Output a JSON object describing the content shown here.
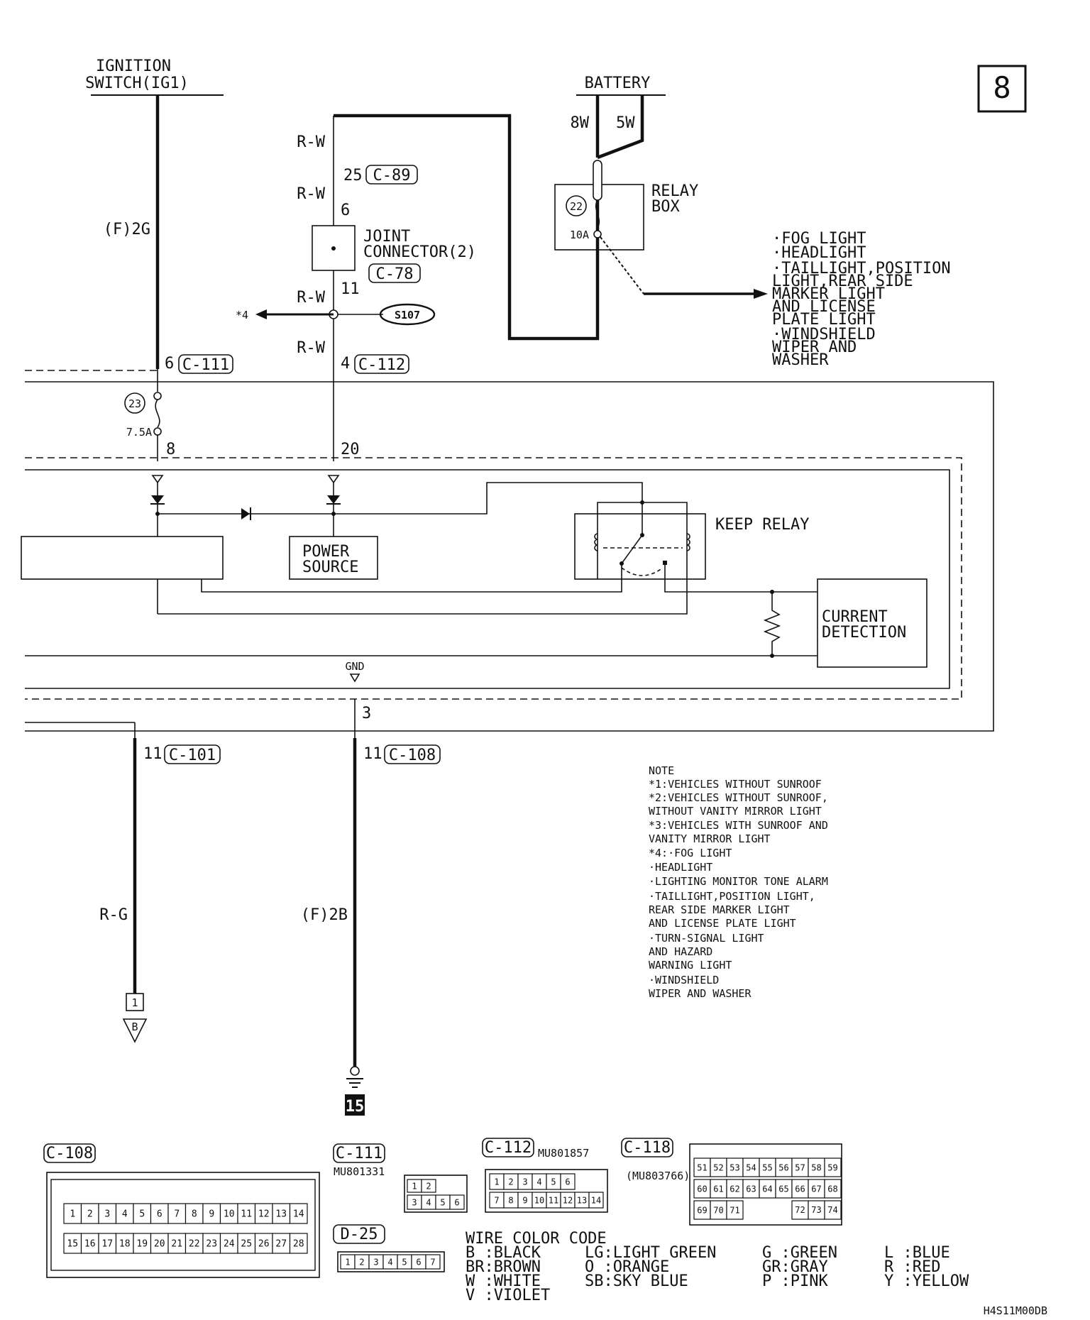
{
  "page_number": "8",
  "sources": {
    "ignition": [
      "IGNITION",
      "SWITCH(IG1)"
    ],
    "battery": "BATTERY",
    "battery_wires": [
      "8W",
      "5W"
    ]
  },
  "wires": {
    "ig_wire": "(F)2G",
    "rw": "R-W",
    "rg": "R-G",
    "gnd_wire": "(F)2B"
  },
  "pins": {
    "p25": "25",
    "p6": "6",
    "p11": "11",
    "p4": "4",
    "p6b": "6",
    "p8": "8",
    "p20": "20",
    "p3": "3",
    "p11a": "11",
    "p11b": "11"
  },
  "connectors": {
    "c89": "C-89",
    "c78": "C-78",
    "c111": "C-111",
    "c112": "C-112",
    "c101": "C-101",
    "c108": "C-108",
    "s107": "S107"
  },
  "joint_connector": [
    "JOINT",
    "CONNECTOR(2)"
  ],
  "relay_box": {
    "label": [
      "RELAY",
      "BOX"
    ],
    "fuse_no": "22",
    "fuse_rating": "10A",
    "loads": [
      "·FOG LIGHT",
      "·HEADLIGHT",
      "·TAILLIGHT,POSITION",
      " LIGHT,REAR SIDE",
      " MARKER LIGHT",
      " AND LICENSE",
      " PLATE LIGHT",
      "·WINDSHIELD",
      " WIPER AND",
      " WASHER"
    ]
  },
  "star4": "*4",
  "fuse23": {
    "no": "23",
    "rating": "7.5A"
  },
  "blocks": {
    "power_source": [
      "POWER",
      "SOURCE"
    ],
    "keep_relay": "KEEP RELAY",
    "current_detection": [
      "CURRENT",
      "DETECTION"
    ],
    "gnd": "GND"
  },
  "terminal_1": "1",
  "terminal_b": "B",
  "ground_ref": "15",
  "notes": [
    "NOTE",
    "*1:VEHICLES WITHOUT SUNROOF",
    "*2:VEHICLES WITHOUT SUNROOF,",
    "   WITHOUT VANITY MIRROR LIGHT",
    "*3:VEHICLES WITH SUNROOF AND",
    "   VANITY MIRROR LIGHT",
    "*4:·FOG LIGHT",
    "   ·HEADLIGHT",
    "   ·LIGHTING MONITOR TONE ALARM",
    "   ·TAILLIGHT,POSITION LIGHT,",
    "    REAR SIDE MARKER LIGHT",
    "    AND LICENSE PLATE LIGHT",
    "   ·TURN-SIGNAL LIGHT",
    "    AND HAZARD",
    "    WARNING LIGHT",
    "   ·WINDSHIELD",
    "    WIPER AND WASHER"
  ],
  "connector_views": {
    "c108": {
      "label": "C-108",
      "row1": [
        "1",
        "2",
        "3",
        "4",
        "5",
        "6",
        "7",
        "8",
        "9",
        "10",
        "11",
        "12",
        "13",
        "14"
      ],
      "row2": [
        "15",
        "16",
        "17",
        "18",
        "19",
        "20",
        "21",
        "22",
        "23",
        "24",
        "25",
        "26",
        "27",
        "28"
      ]
    },
    "c111": {
      "label": "C-111",
      "part": "MU801331",
      "row1": [
        "1",
        "2"
      ],
      "row2": [
        "3",
        "4",
        "5",
        "6"
      ]
    },
    "c112": {
      "label": "C-112",
      "part": "MU801857",
      "row1": [
        "1",
        "2",
        "3",
        "4",
        "5",
        "6"
      ],
      "row2": [
        "7",
        "8",
        "9",
        "10",
        "11",
        "12",
        "13",
        "14"
      ]
    },
    "c118": {
      "label": "C-118",
      "part": "(MU803766)",
      "row1": [
        "51",
        "52",
        "53",
        "54",
        "55",
        "56",
        "57",
        "58",
        "59"
      ],
      "row2": [
        "60",
        "61",
        "62",
        "63",
        "64",
        "65",
        "66",
        "67",
        "68"
      ],
      "row3": [
        "69",
        "70",
        "71",
        "72",
        "73",
        "74"
      ]
    },
    "d25": {
      "label": "D-25",
      "pins": [
        "1",
        "2",
        "3",
        "4",
        "5",
        "6",
        "7"
      ]
    }
  },
  "color_code": {
    "title": "WIRE COLOR CODE",
    "col1": [
      "B :BLACK",
      "BR:BROWN",
      "W :WHITE",
      "V :VIOLET"
    ],
    "col2": [
      "LG:LIGHT GREEN",
      "O :ORANGE",
      "SB:SKY BLUE"
    ],
    "col3": [
      "G :GREEN",
      "GR:GRAY",
      "P :PINK"
    ],
    "col4": [
      "L :BLUE",
      "R :RED",
      "Y :YELLOW"
    ]
  },
  "drawing_code": "H4S11M00DB"
}
